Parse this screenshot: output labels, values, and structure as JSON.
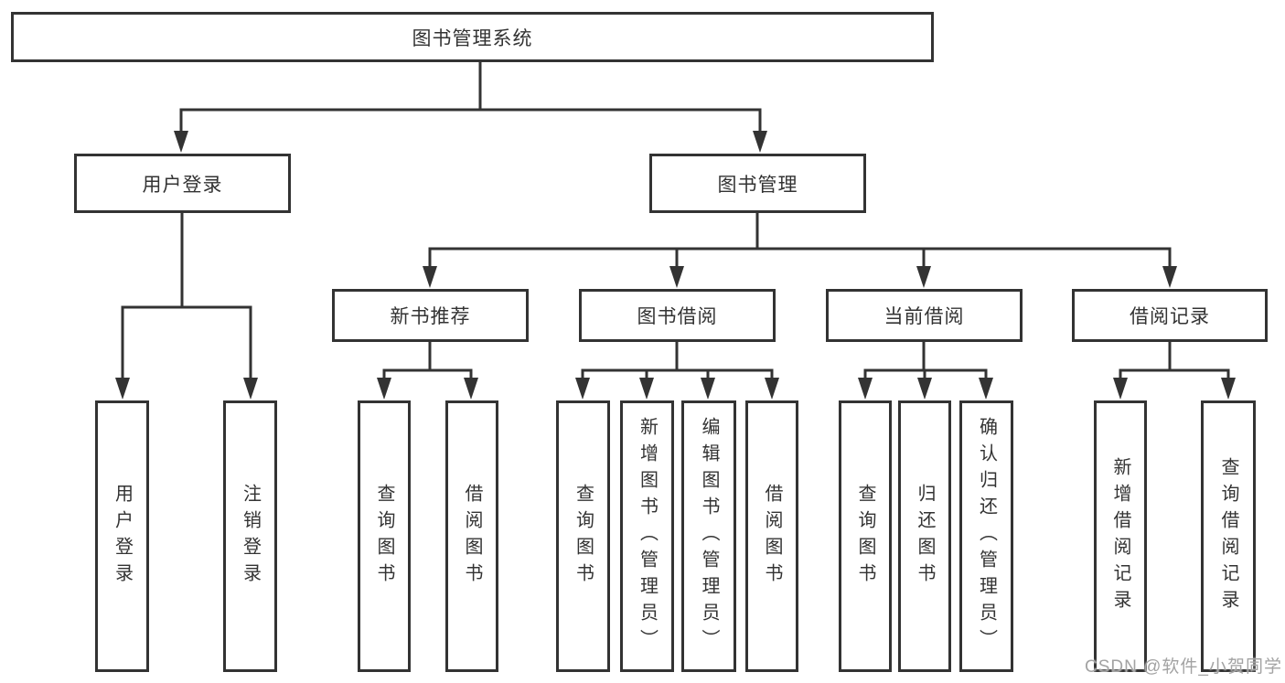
{
  "diagram": {
    "type": "hierarchy-tree",
    "root": {
      "label": "图书管理系统",
      "children": [
        {
          "label": "用户登录",
          "children": [
            {
              "label": "用户登录"
            },
            {
              "label": "注销登录"
            }
          ]
        },
        {
          "label": "图书管理",
          "children": [
            {
              "label": "新书推荐",
              "children": [
                {
                  "label": "查询图书"
                },
                {
                  "label": "借阅图书"
                }
              ]
            },
            {
              "label": "图书借阅",
              "children": [
                {
                  "label": "查询图书"
                },
                {
                  "label": "新增图书（管理员）"
                },
                {
                  "label": "编辑图书（管理员）"
                },
                {
                  "label": "借阅图书"
                }
              ]
            },
            {
              "label": "当前借阅",
              "children": [
                {
                  "label": "查询图书"
                },
                {
                  "label": "归还图书"
                },
                {
                  "label": "确认归还（管理员）"
                }
              ]
            },
            {
              "label": "借阅记录",
              "children": [
                {
                  "label": "新增借阅记录"
                },
                {
                  "label": "查询借阅记录"
                }
              ]
            }
          ]
        }
      ]
    }
  },
  "watermark": "CSDN @软件_小贺同学",
  "colors": {
    "line": "#333333",
    "box_border": "#333333",
    "text": "#333333",
    "watermark": "#a3a3a3",
    "background": "#ffffff"
  }
}
